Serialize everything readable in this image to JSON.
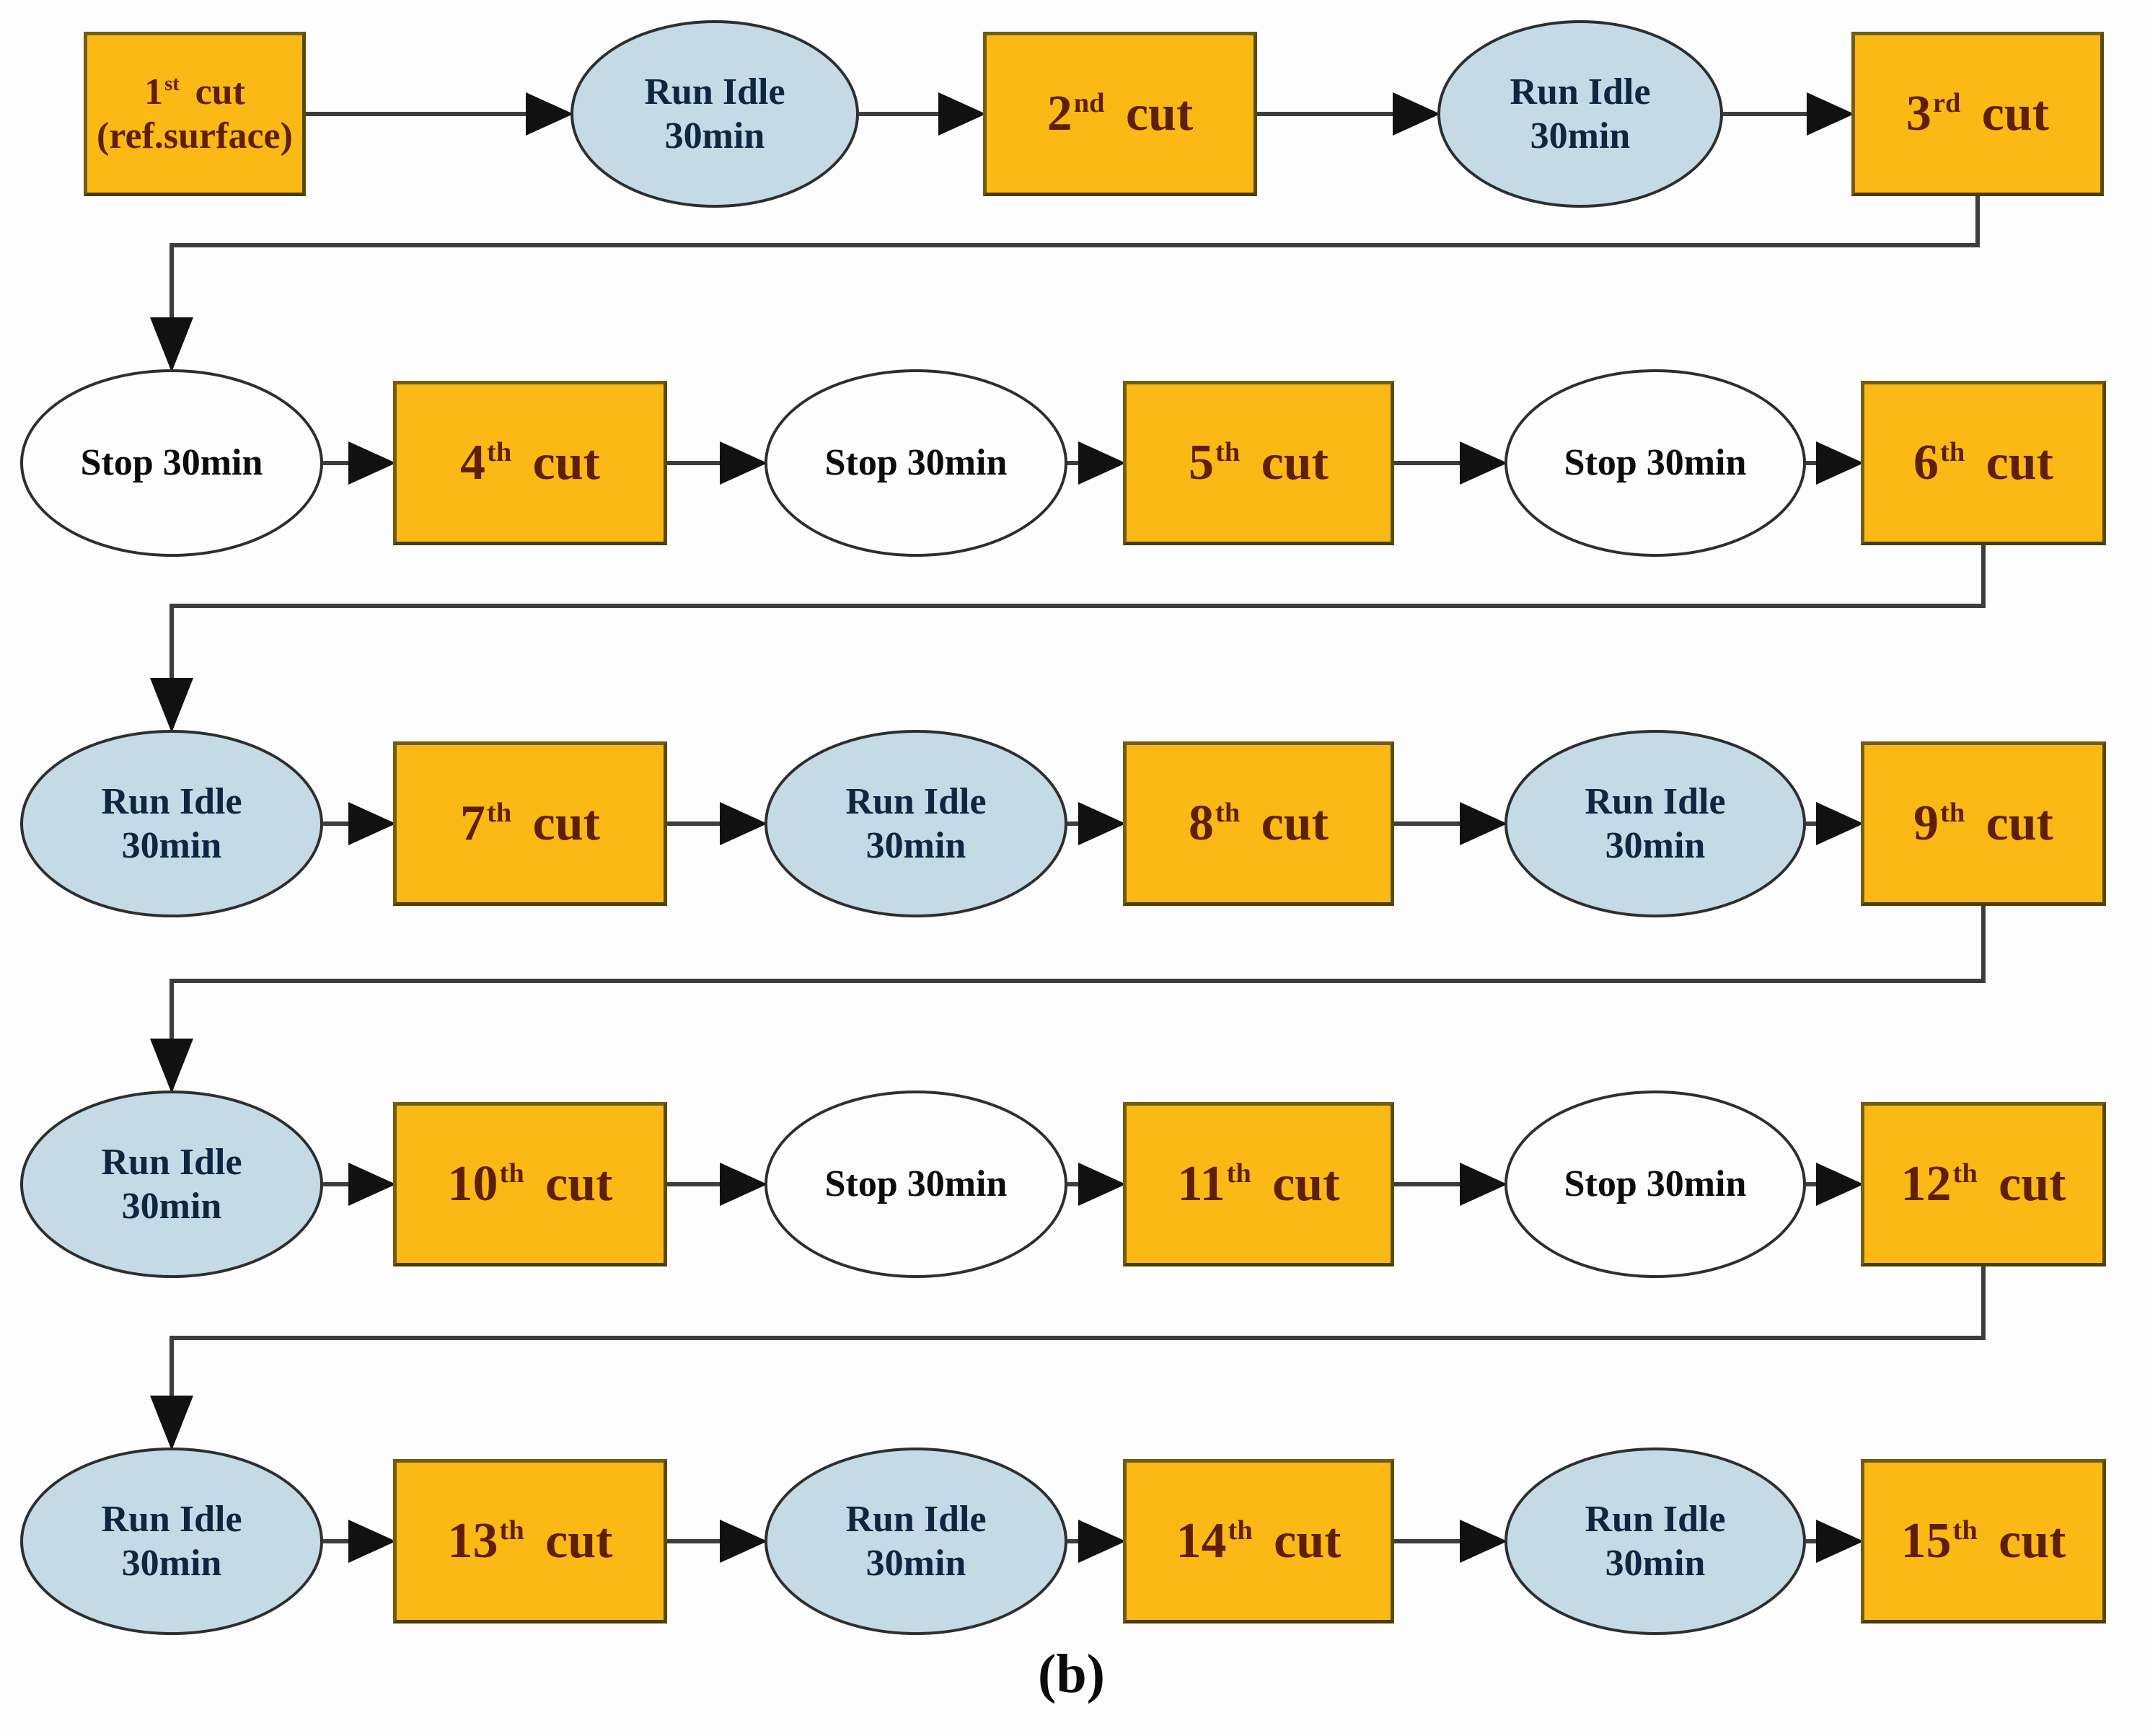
{
  "caption": "(b)",
  "colors": {
    "process_fill": "#FBB915",
    "process_border": "#6F5D12",
    "process_text": "#5E1F04",
    "run_idle_fill": "#C4DBE6",
    "run_idle_text": "#0E2740",
    "stop_fill": "#FDFDFD",
    "stop_text": "#0C0C0C",
    "ellipse_border": "#2E2E2E",
    "connector_line": "#3D3D3D",
    "arrowhead": "#111111"
  },
  "rows": [
    [
      {
        "type": "cut",
        "num": "1",
        "sup": "st",
        "tail": "cut",
        "note": "(ref.surface)"
      },
      {
        "type": "idle",
        "line1": "Run Idle",
        "line2": "30min"
      },
      {
        "type": "cut",
        "num": "2",
        "sup": "nd",
        "tail": "cut"
      },
      {
        "type": "idle",
        "line1": "Run Idle",
        "line2": "30min"
      },
      {
        "type": "cut",
        "num": "3",
        "sup": "rd",
        "tail": "cut"
      }
    ],
    [
      {
        "type": "stop",
        "line1": "Stop 30min"
      },
      {
        "type": "cut",
        "num": "4",
        "sup": "th",
        "tail": "cut"
      },
      {
        "type": "stop",
        "line1": "Stop 30min"
      },
      {
        "type": "cut",
        "num": "5",
        "sup": "th",
        "tail": "cut"
      },
      {
        "type": "stop",
        "line1": "Stop 30min"
      },
      {
        "type": "cut",
        "num": "6",
        "sup": "th",
        "tail": "cut"
      }
    ],
    [
      {
        "type": "idle",
        "line1": "Run Idle",
        "line2": "30min"
      },
      {
        "type": "cut",
        "num": "7",
        "sup": "th",
        "tail": "cut"
      },
      {
        "type": "idle",
        "line1": "Run Idle",
        "line2": "30min"
      },
      {
        "type": "cut",
        "num": "8",
        "sup": "th",
        "tail": "cut"
      },
      {
        "type": "idle",
        "line1": "Run Idle",
        "line2": "30min"
      },
      {
        "type": "cut",
        "num": "9",
        "sup": "th",
        "tail": "cut"
      }
    ],
    [
      {
        "type": "idle",
        "line1": "Run Idle",
        "line2": "30min"
      },
      {
        "type": "cut",
        "num": "10",
        "sup": "th",
        "tail": "cut"
      },
      {
        "type": "stop",
        "line1": "Stop 30min"
      },
      {
        "type": "cut",
        "num": "11",
        "sup": "th",
        "tail": "cut"
      },
      {
        "type": "stop",
        "line1": "Stop 30min"
      },
      {
        "type": "cut",
        "num": "12",
        "sup": "th",
        "tail": "cut"
      }
    ],
    [
      {
        "type": "idle",
        "line1": "Run Idle",
        "line2": "30min"
      },
      {
        "type": "cut",
        "num": "13",
        "sup": "th",
        "tail": "cut"
      },
      {
        "type": "idle",
        "line1": "Run Idle",
        "line2": "30min"
      },
      {
        "type": "cut",
        "num": "14",
        "sup": "th",
        "tail": "cut"
      },
      {
        "type": "idle",
        "line1": "Run Idle",
        "line2": "30min"
      },
      {
        "type": "cut",
        "num": "15",
        "sup": "th",
        "tail": "cut"
      }
    ]
  ]
}
